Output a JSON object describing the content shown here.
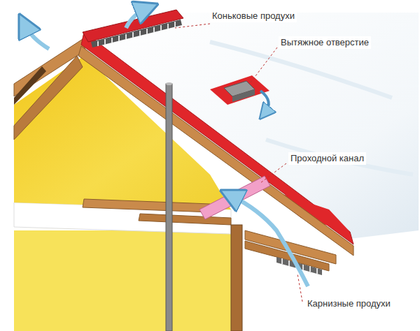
{
  "diagram": {
    "labels": [
      "Коньковые продухи",
      "Вытяжное отверстие",
      "Проходной канал",
      "Карнизные продухи"
    ]
  }
}
